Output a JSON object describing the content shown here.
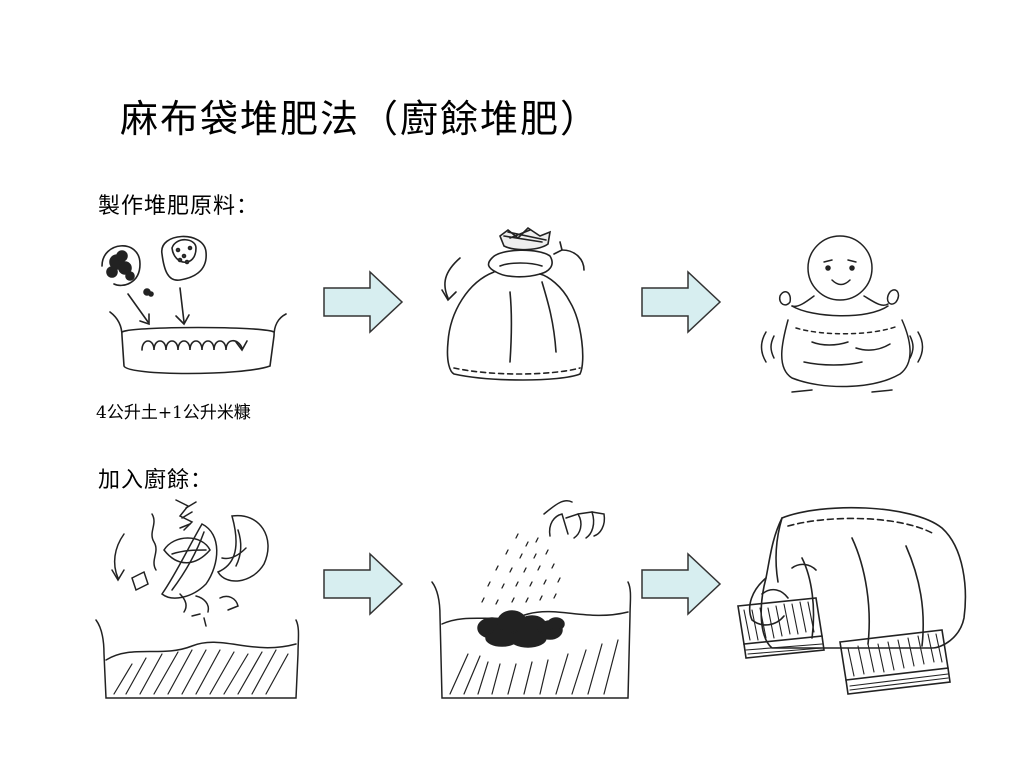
{
  "title": "麻布袋堆肥法（廚餘堆肥）",
  "sections": {
    "prepare": {
      "label": "製作堆肥原料：",
      "caption": "4公升土+1公升米糠"
    },
    "add_waste": {
      "label": "加入廚餘："
    }
  },
  "colors": {
    "arrow_fill": "#d7eef0",
    "arrow_stroke": "#333333",
    "ink": "#222222"
  },
  "icons": {
    "step_arrow": "right-arrow-icon",
    "soil_bran": "soil-and-rice-bran-illustration",
    "sack_twist": "sack-twisting-illustration",
    "person_sack": "person-kneading-sack-illustration",
    "food_scraps": "food-scraps-into-container-illustration",
    "sprinkle": "sprinkling-compost-starter-illustration",
    "sack_bricks": "sack-on-bricks-illustration"
  }
}
